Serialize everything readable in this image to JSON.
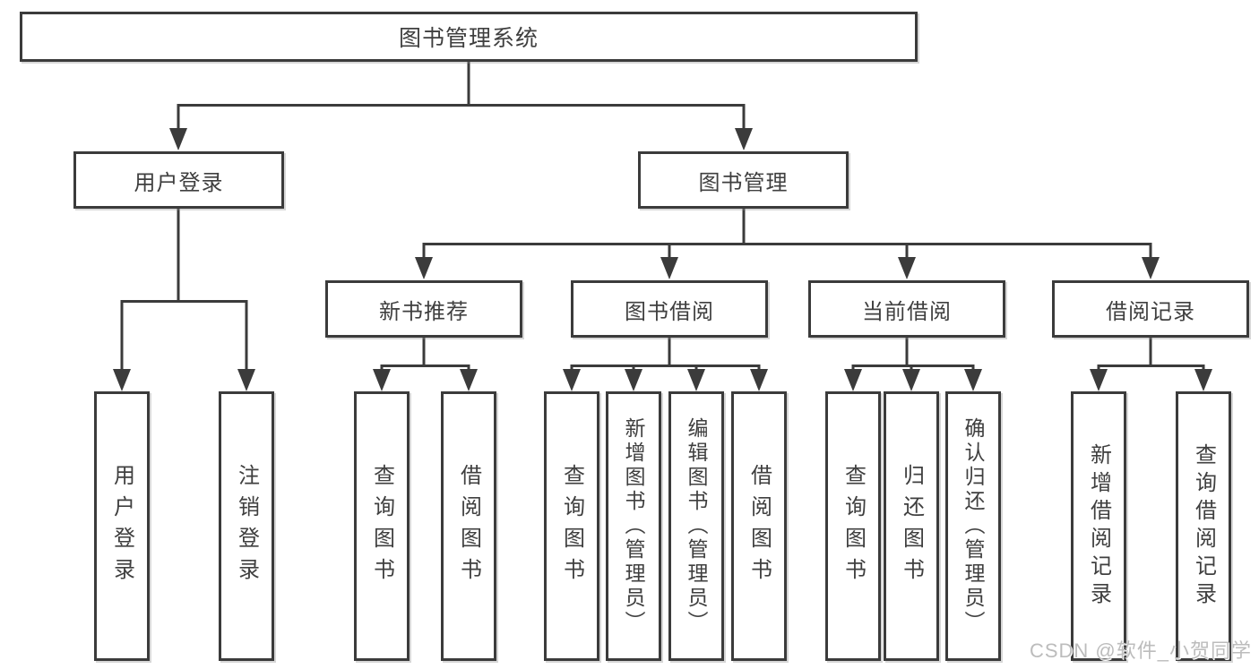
{
  "diagram": {
    "type": "hierarchy-tree",
    "root": {
      "label": "图书管理系统",
      "children": [
        {
          "label": "用户登录",
          "children": [
            {
              "label": "用户登录"
            },
            {
              "label": "注销登录"
            }
          ]
        },
        {
          "label": "图书管理",
          "children": [
            {
              "label": "新书推荐",
              "children": [
                {
                  "label": "查询图书"
                },
                {
                  "label": "借阅图书"
                }
              ]
            },
            {
              "label": "图书借阅",
              "children": [
                {
                  "label": "查询图书"
                },
                {
                  "label": "新增图书（管理员）"
                },
                {
                  "label": "编辑图书（管理员）"
                },
                {
                  "label": "借阅图书"
                }
              ]
            },
            {
              "label": "当前借阅",
              "children": [
                {
                  "label": "查询图书"
                },
                {
                  "label": "归还图书"
                },
                {
                  "label": "确认归还（管理员）"
                }
              ]
            },
            {
              "label": "借阅记录",
              "children": [
                {
                  "label": "新增借阅记录"
                },
                {
                  "label": "查询借阅记录"
                }
              ]
            }
          ]
        }
      ]
    },
    "colors": {
      "line": "#3b3b3b",
      "box_background": "#ffffff",
      "text": "#3f3f3f",
      "watermark_text": "#bcbcbc"
    }
  },
  "watermark": "CSDN @软件_小贺同学"
}
